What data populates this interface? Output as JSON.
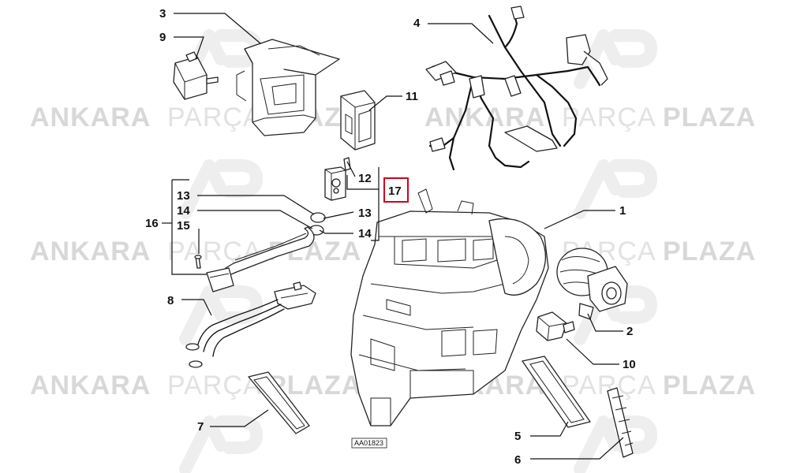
{
  "watermark": {
    "word_1": "ANKARA",
    "word_2": "PARÇA",
    "word_3": "PLAZA"
  },
  "callouts": {
    "c1": "1",
    "c2": "2",
    "c3": "3",
    "c4": "4",
    "c5": "5",
    "c6": "6",
    "c7": "7",
    "c8": "8",
    "c9": "9",
    "c10": "10",
    "c11": "11",
    "c12": "12",
    "c13a": "13",
    "c13b": "13",
    "c14a": "14",
    "c14b": "14",
    "c15": "15",
    "c16": "16",
    "c17": "17"
  },
  "highlighted_callout": "17",
  "highlight_color": "#d0021b",
  "drawing_reference": "AA01823"
}
